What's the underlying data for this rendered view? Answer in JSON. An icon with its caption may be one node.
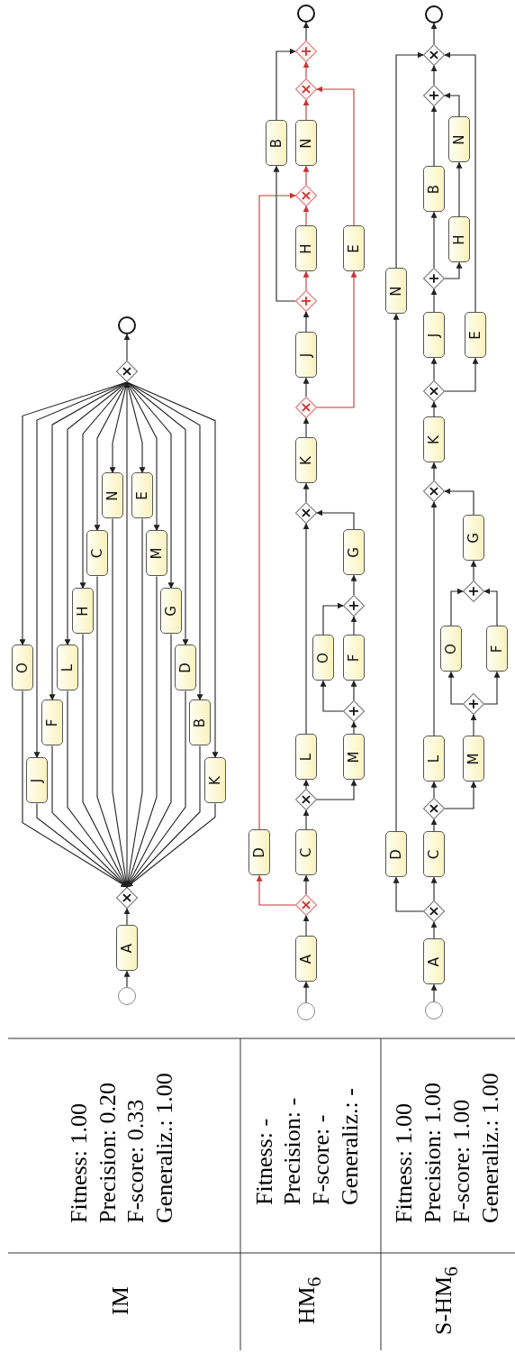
{
  "diagram": {
    "nodes": [
      {
        "text": [],
        "shape": "circle"
      },
      {
        "text": [
          "A"
        ]
      },
      {
        "text": [
          "×"
        ]
      },
      {
        "text": [
          "×"
        ]
      },
      {
        "text": [],
        "shape": "circle"
      },
      {
        "text": [
          "O"
        ]
      },
      {
        "text": [
          "J"
        ]
      },
      {
        "text": [
          "F"
        ]
      },
      {
        "text": [
          "L"
        ]
      },
      {
        "text": [
          "H"
        ]
      },
      {
        "text": [
          "C"
        ]
      },
      {
        "text": [
          "N"
        ]
      },
      {
        "text": [
          "E"
        ]
      },
      {
        "text": [
          "M"
        ]
      },
      {
        "text": [
          "G"
        ]
      },
      {
        "text": [
          "D"
        ]
      },
      {
        "text": [
          "B"
        ]
      },
      {
        "text": [
          "K"
        ]
      },
      {
        "text": [],
        "shape": "circle"
      },
      {
        "text": [
          "A"
        ]
      },
      {
        "text": [
          "×"
        ]
      },
      {
        "text": [
          "C"
        ]
      },
      {
        "text": [
          "D"
        ]
      },
      {
        "text": [
          "×"
        ]
      },
      {
        "text": [
          "L"
        ]
      },
      {
        "text": [
          "M"
        ]
      },
      {
        "text": [
          "+"
        ]
      },
      {
        "text": [
          "O"
        ]
      },
      {
        "text": [
          "F"
        ]
      },
      {
        "text": [
          "+"
        ]
      },
      {
        "text": [
          "G"
        ]
      },
      {
        "text": [
          "×"
        ]
      },
      {
        "text": [
          "K"
        ]
      },
      {
        "text": [
          "×"
        ]
      },
      {
        "text": [
          "J"
        ]
      },
      {
        "text": [
          "E"
        ]
      },
      {
        "text": [
          "+"
        ]
      },
      {
        "text": [
          "H"
        ]
      },
      {
        "text": [
          "B"
        ]
      },
      {
        "text": [
          "×"
        ]
      },
      {
        "text": [
          "N"
        ]
      },
      {
        "text": [
          "×"
        ]
      },
      {
        "text": [
          "+"
        ]
      },
      {
        "text": [],
        "shape": "circle"
      },
      {
        "text": [],
        "shape": "circle"
      },
      {
        "text": [
          "A"
        ]
      },
      {
        "text": [
          "×"
        ]
      },
      {
        "text": [
          "C"
        ]
      },
      {
        "text": [
          "D"
        ]
      },
      {
        "text": [
          "×"
        ]
      },
      {
        "text": [
          "L"
        ]
      },
      {
        "text": [
          "M"
        ]
      },
      {
        "text": [
          "+"
        ]
      },
      {
        "text": [
          "O"
        ]
      },
      {
        "text": [
          "F"
        ]
      },
      {
        "text": [
          "+"
        ]
      },
      {
        "text": [
          "G"
        ]
      },
      {
        "text": [
          "×"
        ]
      },
      {
        "text": [
          "K"
        ]
      },
      {
        "text": [
          "×"
        ]
      },
      {
        "text": [
          "J"
        ]
      },
      {
        "text": [
          "E"
        ]
      },
      {
        "text": [
          "+"
        ]
      },
      {
        "text": [
          "B"
        ]
      },
      {
        "text": [
          "H"
        ]
      },
      {
        "text": [
          "N"
        ]
      },
      {
        "text": [
          "+"
        ]
      },
      {
        "text": [
          "N"
        ]
      },
      {
        "text": [
          "×"
        ]
      },
      {
        "text": [],
        "shape": "circle"
      }
    ],
    "edges": [
      {
        "from": 0,
        "to": 1,
        "arrow": "to"
      },
      {
        "from": 1,
        "to": 2,
        "arrow": "to"
      },
      {
        "from": 2,
        "to": 3,
        "arrow": "to"
      },
      {
        "from": 3,
        "to": 4,
        "arrow": "to"
      },
      {
        "from": 3,
        "to": 5,
        "arrow": "to"
      },
      {
        "from": 3,
        "to": 6,
        "arrow": "to"
      },
      {
        "from": 3,
        "to": 7,
        "arrow": "to"
      },
      {
        "from": 3,
        "to": 8,
        "arrow": "to"
      },
      {
        "from": 3,
        "to": 9,
        "arrow": "to"
      },
      {
        "from": 3,
        "to": 10,
        "arrow": "to"
      },
      {
        "from": 3,
        "to": 11,
        "arrow": "to"
      },
      {
        "from": 3,
        "to": 12,
        "arrow": "to"
      },
      {
        "from": 3,
        "to": 13,
        "arrow": "to"
      },
      {
        "from": 3,
        "to": 14,
        "arrow": "to"
      },
      {
        "from": 3,
        "to": 15,
        "arrow": "to"
      },
      {
        "from": 3,
        "to": 16,
        "arrow": "to"
      },
      {
        "from": 3,
        "to": 17,
        "arrow": "to"
      },
      {
        "from": 5,
        "to": 2,
        "arrow": "to"
      },
      {
        "from": 6,
        "to": 2,
        "arrow": "to"
      },
      {
        "from": 7,
        "to": 2,
        "arrow": "to"
      },
      {
        "from": 8,
        "to": 2,
        "arrow": "to"
      },
      {
        "from": 9,
        "to": 2,
        "arrow": "to"
      },
      {
        "from": 10,
        "to": 2,
        "arrow": "to"
      },
      {
        "from": 11,
        "to": 2,
        "arrow": "to"
      },
      {
        "from": 12,
        "to": 2,
        "arrow": "to"
      },
      {
        "from": 13,
        "to": 2,
        "arrow": "to"
      },
      {
        "from": 14,
        "to": 2,
        "arrow": "to"
      },
      {
        "from": 15,
        "to": 2,
        "arrow": "to"
      },
      {
        "from": 16,
        "to": 2,
        "arrow": "to"
      },
      {
        "from": 17,
        "to": 2,
        "arrow": "to"
      },
      {
        "from": 18,
        "to": 19,
        "arrow": "to"
      },
      {
        "from": 19,
        "to": 20,
        "arrow": "to"
      },
      {
        "from": 20,
        "to": 21,
        "arrow": "to"
      },
      {
        "from": 20,
        "to": 22,
        "arrow": "to",
        "color": "#cc3333"
      },
      {
        "from": 21,
        "to": 23,
        "arrow": "to"
      },
      {
        "from": 23,
        "to": 24,
        "arrow": "to"
      },
      {
        "from": 23,
        "to": 25,
        "arrow": "to"
      },
      {
        "from": 25,
        "to": 26,
        "arrow": "to"
      },
      {
        "from": 26,
        "to": 27,
        "arrow": "to"
      },
      {
        "from": 26,
        "to": 28,
        "arrow": "to"
      },
      {
        "from": 27,
        "to": 29,
        "arrow": "to"
      },
      {
        "from": 28,
        "to": 29,
        "arrow": "to"
      },
      {
        "from": 29,
        "to": 30,
        "arrow": "to"
      },
      {
        "from": 30,
        "to": 31,
        "arrow": "to"
      },
      {
        "from": 24,
        "to": 31,
        "arrow": "to"
      },
      {
        "from": 31,
        "to": 32,
        "arrow": "to"
      },
      {
        "from": 32,
        "to": 33,
        "arrow": "to"
      },
      {
        "from": 33,
        "to": 34,
        "arrow": "to"
      },
      {
        "from": 33,
        "to": 35,
        "arrow": "to",
        "color": "#cc3333"
      },
      {
        "from": 34,
        "to": 36,
        "arrow": "to"
      },
      {
        "from": 36,
        "to": 37,
        "arrow": "to",
        "color": "#cc3333"
      },
      {
        "from": 36,
        "to": 38,
        "arrow": "to"
      },
      {
        "from": 37,
        "to": 39,
        "arrow": "to",
        "color": "#cc3333"
      },
      {
        "from": 22,
        "to": 39,
        "arrow": "to",
        "color": "#cc3333"
      },
      {
        "from": 39,
        "to": 40,
        "arrow": "to",
        "color": "#cc3333"
      },
      {
        "from": 40,
        "to": 41,
        "arrow": "to",
        "color": "#cc3333"
      },
      {
        "from": 35,
        "to": 41,
        "arrow": "to",
        "color": "#cc3333"
      },
      {
        "from": 41,
        "to": 42,
        "arrow": "to",
        "color": "#cc3333"
      },
      {
        "from": 38,
        "to": 42,
        "arrow": "to"
      },
      {
        "from": 42,
        "to": 43,
        "arrow": "to"
      },
      {
        "from": 44,
        "to": 45,
        "arrow": "to"
      },
      {
        "from": 45,
        "to": 46,
        "arrow": "to"
      },
      {
        "from": 46,
        "to": 47,
        "arrow": "to"
      },
      {
        "from": 46,
        "to": 48,
        "arrow": "to"
      },
      {
        "from": 48,
        "to": 67,
        "arrow": "to"
      },
      {
        "from": 67,
        "to": 68,
        "arrow": "to"
      },
      {
        "from": 47,
        "to": 49,
        "arrow": "to"
      },
      {
        "from": 49,
        "to": 50,
        "arrow": "to"
      },
      {
        "from": 49,
        "to": 51,
        "arrow": "to"
      },
      {
        "from": 51,
        "to": 52,
        "arrow": "to"
      },
      {
        "from": 52,
        "to": 53,
        "arrow": "to"
      },
      {
        "from": 52,
        "to": 54,
        "arrow": "to"
      },
      {
        "from": 53,
        "to": 55,
        "arrow": "to"
      },
      {
        "from": 54,
        "to": 55,
        "arrow": "to"
      },
      {
        "from": 55,
        "to": 56,
        "arrow": "to"
      },
      {
        "from": 56,
        "to": 57,
        "arrow": "to"
      },
      {
        "from": 50,
        "to": 57,
        "arrow": "to"
      },
      {
        "from": 57,
        "to": 58,
        "arrow": "to"
      },
      {
        "from": 58,
        "to": 59,
        "arrow": "to"
      },
      {
        "from": 59,
        "to": 60,
        "arrow": "to"
      },
      {
        "from": 59,
        "to": 61,
        "arrow": "to"
      },
      {
        "from": 60,
        "to": 62,
        "arrow": "to"
      },
      {
        "from": 62,
        "to": 63,
        "arrow": "to"
      },
      {
        "from": 62,
        "to": 64,
        "arrow": "to"
      },
      {
        "from": 64,
        "to": 65,
        "arrow": "to"
      },
      {
        "from": 63,
        "to": 66,
        "arrow": "to"
      },
      {
        "from": 65,
        "to": 66,
        "arrow": "to"
      },
      {
        "from": 66,
        "to": 68,
        "arrow": "to"
      },
      {
        "from": 61,
        "to": 68,
        "arrow": "to"
      },
      {
        "from": 68,
        "to": 69,
        "arrow": "to"
      }
    ],
    "labels": [
      "IM",
      "Fitness: 1.00",
      "Precision: 0.20",
      "F-score: 0.33",
      "Generaliz.: 1.00",
      "HM$_{6}$",
      "Fitness: -",
      "Precision: -",
      "F-score: -",
      "Generaliz.: -",
      "S-HM$_{6}$",
      "Fitness: 1.00",
      "Precision: 1.00",
      "F-score: 1.00",
      "Generaliz.: 1.00"
    ]
  }
}
